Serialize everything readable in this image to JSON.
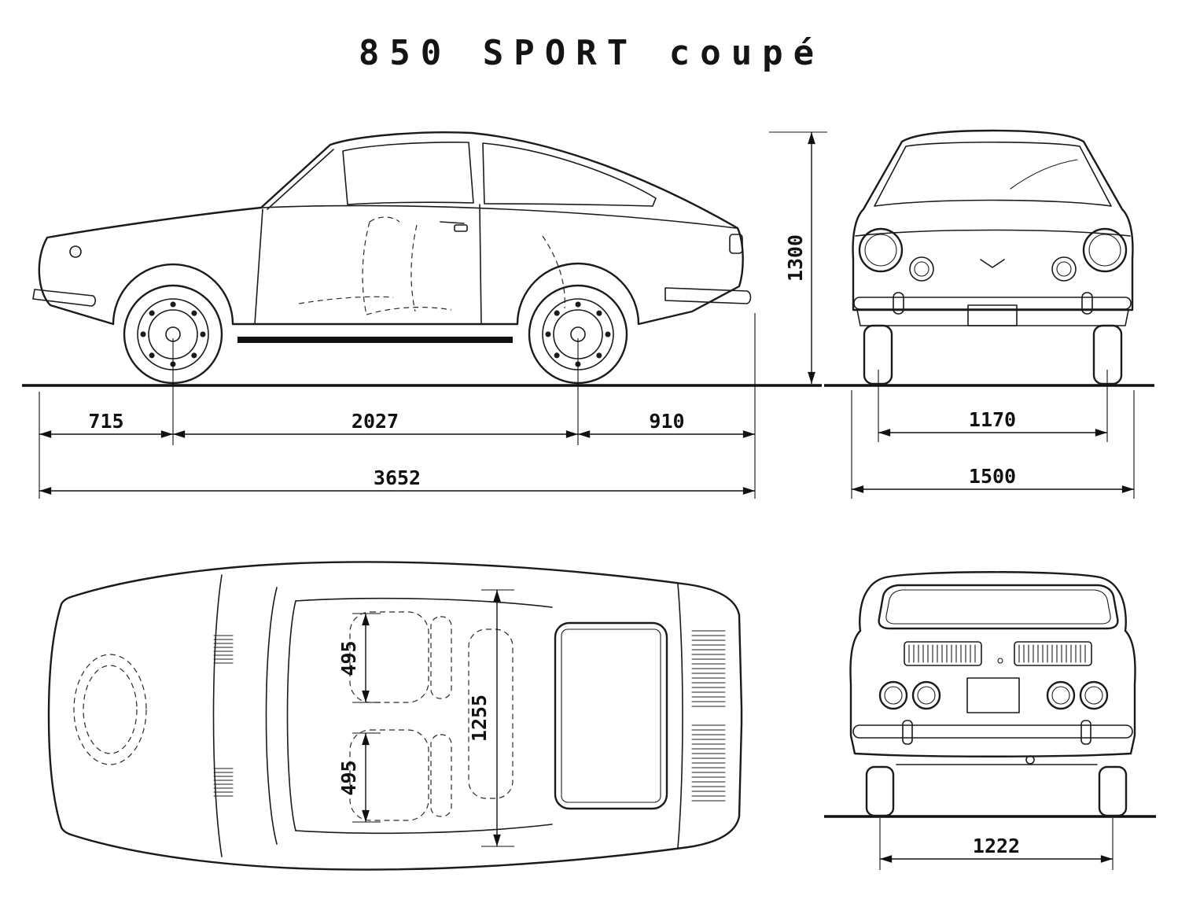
{
  "title": "850 SPORT coupé",
  "colors": {
    "ink": "#1b1b1b",
    "paper": "#ffffff"
  },
  "dimensions": {
    "side": {
      "front_overhang": "715",
      "wheelbase": "2027",
      "rear_overhang": "910",
      "overall_length": "3652",
      "height": "1300"
    },
    "front": {
      "track": "1170",
      "overall_width": "1500"
    },
    "top": {
      "front_seat_width": "495",
      "cabin_length": "1255",
      "rear_seat_width": "495"
    },
    "rear": {
      "track": "1222"
    }
  }
}
